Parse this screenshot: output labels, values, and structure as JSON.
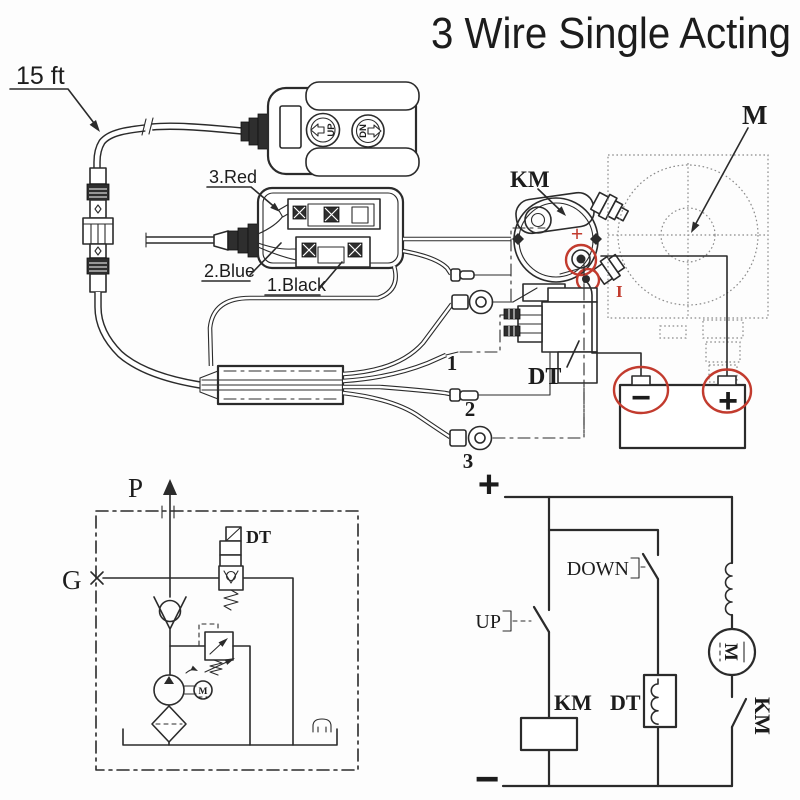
{
  "title": "3 Wire Single Acting",
  "diagram_type": "hydraulic power unit wiring diagram",
  "colors": {
    "ink": "#2b2b2b",
    "highlight_red": "#c23b2e",
    "background": "#fdfdfd"
  },
  "cable": {
    "length_label": "15 ft"
  },
  "pendant": {
    "up_button": "UP",
    "down_button": "DN"
  },
  "junction": {
    "red_wire": "3.Red",
    "blue_wire": "2.Blue",
    "black_wire": "1.Black"
  },
  "wires": {
    "w1": "1",
    "w2": "2",
    "w3": "3"
  },
  "labels": {
    "contactor": "KM",
    "motor": "M",
    "solenoid": "DT",
    "red_mark": "I"
  },
  "battery": {
    "negative": "−",
    "positive": "+"
  },
  "electrical_schematic": {
    "positive": "+",
    "negative": "−",
    "up_switch": "UP",
    "down_switch": "DOWN",
    "contactor_coil": "KM",
    "solenoid_coil": "DT",
    "motor": "M",
    "contactor_switch": "KM"
  },
  "hydraulic_schematic": {
    "pressure_port": "P",
    "gauge_port": "G",
    "solenoid_valve": "DT",
    "pump_motor": "M"
  }
}
